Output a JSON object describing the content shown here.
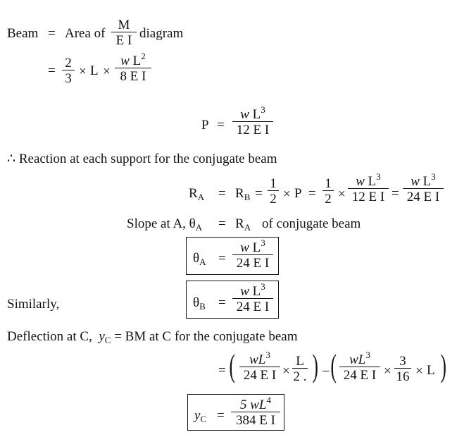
{
  "line1": {
    "label": "Beam",
    "equals": "=",
    "area_text": "Area of",
    "frac_num": "M",
    "frac_den": "E I",
    "diagram_text": "diagram"
  },
  "line2": {
    "equals": "=",
    "frac1_num": "2",
    "frac1_den": "3",
    "times1": "×",
    "L": "L",
    "times2": "×",
    "frac2_num_w": "w",
    "frac2_num_L": "L",
    "frac2_num_exp": "2",
    "frac2_den": "8 E I"
  },
  "line3": {
    "P": "P",
    "equals": "=",
    "num_w": "w",
    "num_L": "L",
    "num_exp": "3",
    "den": "12 E I"
  },
  "line4": {
    "text": "∴ Reaction at each support for the conjugate beam"
  },
  "line5": {
    "RA": "R",
    "RA_sub": "A",
    "eq1": "=",
    "RB": "R",
    "RB_sub": "B",
    "eq2": "=",
    "half1_num": "1",
    "half1_den": "2",
    "times1": "×",
    "P": "P",
    "eq3": "=",
    "half2_num": "1",
    "half2_den": "2",
    "times2": "×",
    "f1_w": "w",
    "f1_L": "L",
    "f1_exp": "3",
    "f1_den": "12 E I",
    "eq4": "=",
    "f2_w": "w",
    "f2_L": "L",
    "f2_exp": "3",
    "f2_den": "24 E I"
  },
  "line6": {
    "text": "Slope at A, θ",
    "sub": "A",
    "equals": "=",
    "R": "R",
    "R_sub": "A",
    "tail": "of conjugate beam"
  },
  "box1": {
    "theta": "θ",
    "sub": "A",
    "equals": "=",
    "w": "w",
    "L": "L",
    "exp": "3",
    "den": "24 E I"
  },
  "box2": {
    "label": "Similarly,",
    "theta": "θ",
    "sub": "B",
    "equals": "=",
    "w": "w",
    "L": "L",
    "exp": "3",
    "den": "24 E I"
  },
  "line7": {
    "text": "Deflection at C,",
    "y": "y",
    "y_sub": "C",
    "tail": "= BM at C for the conjugate beam"
  },
  "line8": {
    "equals": "=",
    "f1_w": "wL",
    "f1_exp": "3",
    "f1_den": "24 E I",
    "times1": "×",
    "f2_num": "L",
    "f2_den": "2 .",
    "minus": "–",
    "f3_w": "wL",
    "f3_exp": "3",
    "f3_den": "24 E I",
    "times2": "×",
    "f4_num": "3",
    "f4_den": "16",
    "times3": "×",
    "L": "L"
  },
  "box3": {
    "y": "y",
    "sub": "C",
    "equals": "=",
    "num": "5 wL",
    "exp": "4",
    "den": "384 E I"
  }
}
